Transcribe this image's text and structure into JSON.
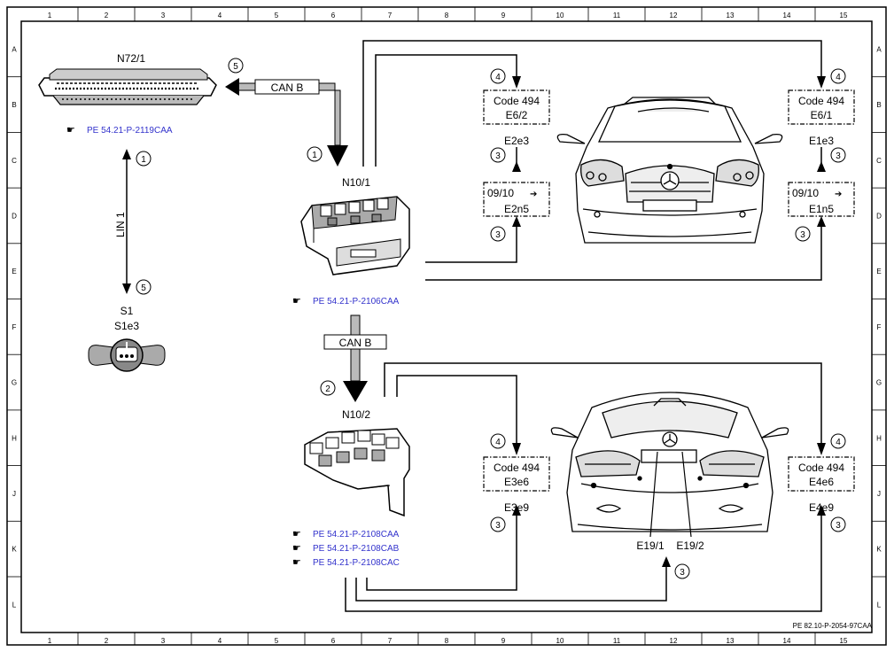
{
  "grid": {
    "columns": [
      "1",
      "2",
      "3",
      "4",
      "5",
      "6",
      "7",
      "8",
      "9",
      "10",
      "11",
      "12",
      "13",
      "14",
      "15"
    ],
    "rows": [
      "A",
      "B",
      "C",
      "D",
      "E",
      "F",
      "G",
      "H",
      "J",
      "K",
      "L"
    ]
  },
  "components": {
    "n72": {
      "name": "N72/1",
      "ref": "PE 54.21-P-2119CAA"
    },
    "n10_1": {
      "name": "N10/1",
      "ref": "PE 54.21-P-2106CAA"
    },
    "n10_2": {
      "name": "N10/2",
      "refs": [
        "PE 54.21-P-2108CAA",
        "PE 54.21-P-2108CAB",
        "PE 54.21-P-2108CAC"
      ]
    },
    "s1": {
      "name": "S1",
      "sub": "S1e3"
    }
  },
  "buses": {
    "can_top": "CAN B",
    "can_mid": "CAN B",
    "lin": "LIN 1"
  },
  "boxes": {
    "e6_2": {
      "line1": "Code 494",
      "line2": "E6/2"
    },
    "e2n5": {
      "line1": "09/10",
      "arrow": "➔",
      "line2": "E2n5"
    },
    "e6_1": {
      "line1": "Code 494",
      "line2": "E6/1"
    },
    "e1n5": {
      "line1": "09/10",
      "arrow": "➔",
      "line2": "E1n5"
    },
    "e3e6": {
      "line1": "Code 494",
      "line2": "E3e6"
    },
    "e4e6": {
      "line1": "Code 494",
      "line2": "E4e6"
    }
  },
  "labels": {
    "e2e3": "E2e3",
    "e1e3": "E1e3",
    "e3e9": "E3e9",
    "e4e9": "E4e9",
    "e19_1": "E19/1",
    "e19_2": "E19/2"
  },
  "markers": {
    "m5a": "5",
    "m1a": "1",
    "m1b": "1",
    "m5b": "5",
    "m2": "2",
    "m4a": "4",
    "m3a": "3",
    "m3b": "3",
    "m4b": "4",
    "m3c": "3",
    "m3d": "3",
    "m4c": "4",
    "m3e": "3",
    "m4d": "4",
    "m3f": "3",
    "m3g": "3"
  },
  "footer": {
    "code": "PE 82.10-P-2054-97CAA"
  }
}
